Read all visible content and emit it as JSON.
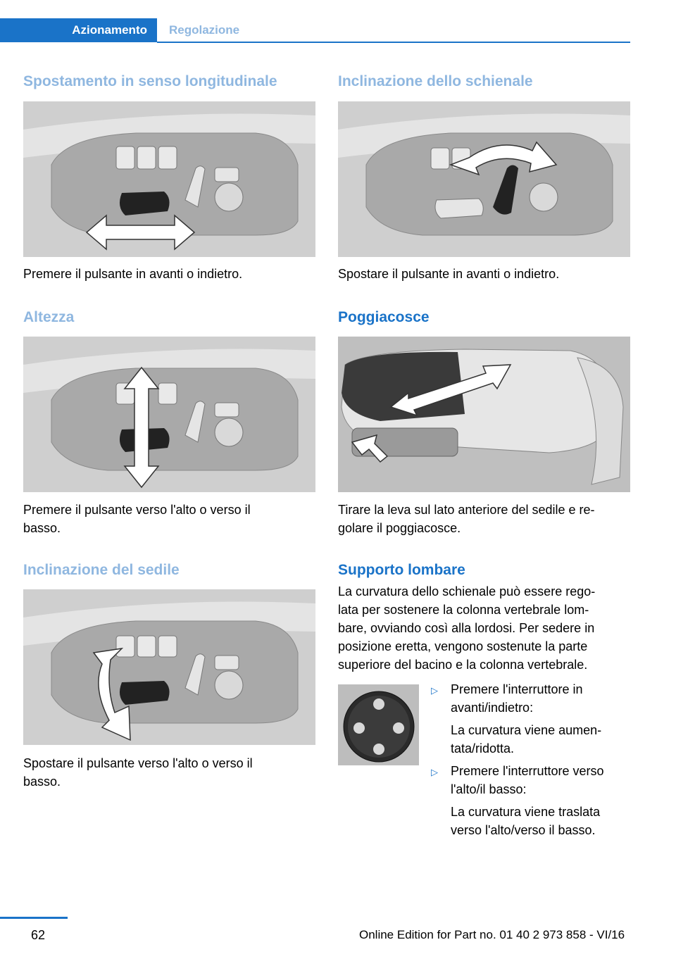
{
  "tabs": {
    "active": "Azionamento",
    "inactive": "Regolazione"
  },
  "left": {
    "s1": {
      "title": "Spostamento in senso longitudinale",
      "text": "Premere il pulsante in avanti o indietro."
    },
    "s2": {
      "title": "Altezza",
      "text_l1": "Premere il pulsante verso l'alto o verso il",
      "text_l2": "basso."
    },
    "s3": {
      "title": "Inclinazione del sedile",
      "text_l1": "Spostare il pulsante verso l'alto o verso il",
      "text_l2": "basso."
    }
  },
  "right": {
    "s1": {
      "title": "Inclinazione dello schienale",
      "text": "Spostare il pulsante in avanti o indietro."
    },
    "s2": {
      "title": "Poggiacosce",
      "text_l1": "Tirare la leva sul lato anteriore del sedile e re-",
      "text_l2": "golare il poggiacosce."
    },
    "s3": {
      "title": "Supporto lombare",
      "lines": [
        "La curvatura dello schienale può essere rego-",
        "lata per sostenere la colonna vertebrale lom-",
        "bare, ovviando così alla lordosi. Per sedere in",
        "posizione eretta, vengono sostenute la parte",
        "superiore del bacino e la colonna vertebrale."
      ],
      "bullets": [
        {
          "l1": "Premere l'interruttore in",
          "l2": "avanti/indietro:",
          "r1": "La curvatura viene aumen-",
          "r2": "tata/ridotta."
        },
        {
          "l1": "Premere l'interruttore verso",
          "l2": "l'alto/il basso:",
          "r1": "La curvatura viene traslata",
          "r2": "verso l'alto/verso il basso."
        }
      ]
    }
  },
  "footer": {
    "page": "62",
    "edition": "Online Edition for Part no. 01 40 2 973 858 - VI/16"
  }
}
